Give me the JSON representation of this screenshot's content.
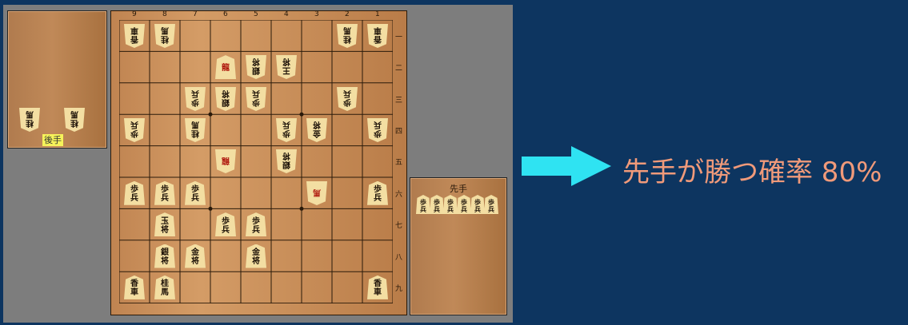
{
  "board": {
    "file_labels": [
      "9",
      "8",
      "7",
      "6",
      "5",
      "4",
      "3",
      "2",
      "1"
    ],
    "rank_labels": [
      "一",
      "二",
      "三",
      "四",
      "五",
      "六",
      "七",
      "八",
      "九"
    ],
    "pieces": [
      {
        "file": 9,
        "rank": 1,
        "kanji": [
          "香",
          "車"
        ],
        "owner": "gote"
      },
      {
        "file": 8,
        "rank": 1,
        "kanji": [
          "桂",
          "馬"
        ],
        "owner": "gote"
      },
      {
        "file": 2,
        "rank": 1,
        "kanji": [
          "桂",
          "馬"
        ],
        "owner": "gote"
      },
      {
        "file": 1,
        "rank": 1,
        "kanji": [
          "香",
          "車"
        ],
        "owner": "gote"
      },
      {
        "file": 6,
        "rank": 2,
        "kanji": [
          "龍"
        ],
        "owner": "sente",
        "promoted": true
      },
      {
        "file": 5,
        "rank": 2,
        "kanji": [
          "銀",
          "将"
        ],
        "owner": "gote"
      },
      {
        "file": 4,
        "rank": 2,
        "kanji": [
          "王",
          "将"
        ],
        "owner": "gote"
      },
      {
        "file": 7,
        "rank": 3,
        "kanji": [
          "歩",
          "兵"
        ],
        "owner": "gote"
      },
      {
        "file": 6,
        "rank": 3,
        "kanji": [
          "銀",
          "将"
        ],
        "owner": "gote"
      },
      {
        "file": 5,
        "rank": 3,
        "kanji": [
          "歩",
          "兵"
        ],
        "owner": "gote"
      },
      {
        "file": 2,
        "rank": 3,
        "kanji": [
          "歩",
          "兵"
        ],
        "owner": "gote"
      },
      {
        "file": 9,
        "rank": 4,
        "kanji": [
          "歩",
          "兵"
        ],
        "owner": "gote"
      },
      {
        "file": 7,
        "rank": 4,
        "kanji": [
          "桂",
          "馬"
        ],
        "owner": "gote"
      },
      {
        "file": 4,
        "rank": 4,
        "kanji": [
          "歩",
          "兵"
        ],
        "owner": "gote"
      },
      {
        "file": 3,
        "rank": 4,
        "kanji": [
          "金",
          "将"
        ],
        "owner": "gote"
      },
      {
        "file": 1,
        "rank": 4,
        "kanji": [
          "歩",
          "兵"
        ],
        "owner": "gote"
      },
      {
        "file": 6,
        "rank": 5,
        "kanji": [
          "龍"
        ],
        "owner": "gote",
        "promoted": true
      },
      {
        "file": 4,
        "rank": 5,
        "kanji": [
          "銀",
          "将"
        ],
        "owner": "gote"
      },
      {
        "file": 9,
        "rank": 6,
        "kanji": [
          "歩",
          "兵"
        ],
        "owner": "sente"
      },
      {
        "file": 8,
        "rank": 6,
        "kanji": [
          "歩",
          "兵"
        ],
        "owner": "sente"
      },
      {
        "file": 7,
        "rank": 6,
        "kanji": [
          "歩",
          "兵"
        ],
        "owner": "sente"
      },
      {
        "file": 3,
        "rank": 6,
        "kanji": [
          "馬"
        ],
        "owner": "gote",
        "promoted": true
      },
      {
        "file": 1,
        "rank": 6,
        "kanji": [
          "歩",
          "兵"
        ],
        "owner": "sente"
      },
      {
        "file": 8,
        "rank": 7,
        "kanji": [
          "玉",
          "将"
        ],
        "owner": "sente"
      },
      {
        "file": 6,
        "rank": 7,
        "kanji": [
          "歩",
          "兵"
        ],
        "owner": "sente"
      },
      {
        "file": 5,
        "rank": 7,
        "kanji": [
          "歩",
          "兵"
        ],
        "owner": "sente"
      },
      {
        "file": 8,
        "rank": 8,
        "kanji": [
          "銀",
          "将"
        ],
        "owner": "sente"
      },
      {
        "file": 7,
        "rank": 8,
        "kanji": [
          "金",
          "将"
        ],
        "owner": "sente"
      },
      {
        "file": 5,
        "rank": 8,
        "kanji": [
          "金",
          "将"
        ],
        "owner": "sente"
      },
      {
        "file": 9,
        "rank": 9,
        "kanji": [
          "香",
          "車"
        ],
        "owner": "sente"
      },
      {
        "file": 8,
        "rank": 9,
        "kanji": [
          "桂",
          "馬"
        ],
        "owner": "sente"
      },
      {
        "file": 1,
        "rank": 9,
        "kanji": [
          "香",
          "車"
        ],
        "owner": "sente"
      }
    ]
  },
  "gote_hand": {
    "label": "後手",
    "pieces": [
      {
        "kanji": [
          "桂",
          "馬"
        ]
      },
      {
        "kanji": [
          "桂",
          "馬"
        ]
      }
    ]
  },
  "sente_hand": {
    "label": "先手",
    "pieces": [
      {
        "kanji": [
          "歩",
          "兵"
        ]
      },
      {
        "kanji": [
          "歩",
          "兵"
        ]
      },
      {
        "kanji": [
          "歩",
          "兵"
        ]
      },
      {
        "kanji": [
          "歩",
          "兵"
        ]
      },
      {
        "kanji": [
          "歩",
          "兵"
        ]
      },
      {
        "kanji": [
          "歩",
          "兵"
        ]
      }
    ]
  },
  "result": {
    "text": "先手が勝つ確率 80%",
    "win_probability": 0.8
  },
  "colors": {
    "background": "#0d3560",
    "arrow": "#2fe3f2",
    "result_text": "#f09a7a",
    "highlight": "#f6f35a"
  },
  "icons": {
    "arrow": "right-arrow-icon"
  }
}
